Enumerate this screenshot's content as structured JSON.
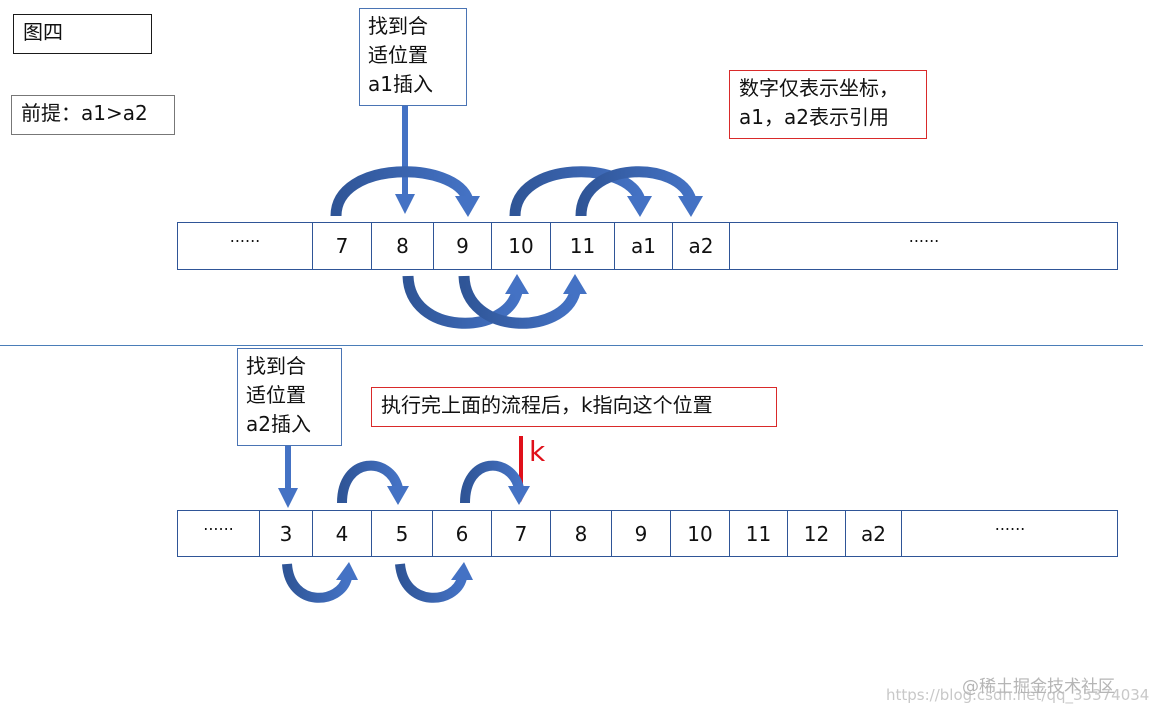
{
  "labels": {
    "figure": "图四",
    "premise": "前提：a1>a2",
    "note_top_line1": "数字仅表示坐标，",
    "note_top_line2": "a1，a2表示引用",
    "find_a1_line1": "找到合",
    "find_a1_line2": "适位置",
    "find_a1_line3": "a1插入",
    "find_a2_line1": "找到合",
    "find_a2_line2": "适位置",
    "find_a2_line3": "a2插入",
    "note_bottom": "执行完上面的流程后，k指向这个位置",
    "k_marker": "k",
    "watermark_url": "https://blog.csdn.net/qq_35374034",
    "watermark_brand": "@稀土掘金技术社区"
  },
  "top_array": [
    "......",
    "7",
    "8",
    "9",
    "10",
    "11",
    "a1",
    "a2",
    "......"
  ],
  "bottom_array": [
    "......",
    "3",
    "4",
    "5",
    "6",
    "7",
    "8",
    "9",
    "10",
    "11",
    "12",
    "a2",
    "......"
  ],
  "colors": {
    "arrow_blue": "#4472c4",
    "arrow_dark": "#2f5597",
    "box_border_blue": "#4a74b4",
    "highlight_red": "#e0101a",
    "strip_border": "#2f5597"
  }
}
